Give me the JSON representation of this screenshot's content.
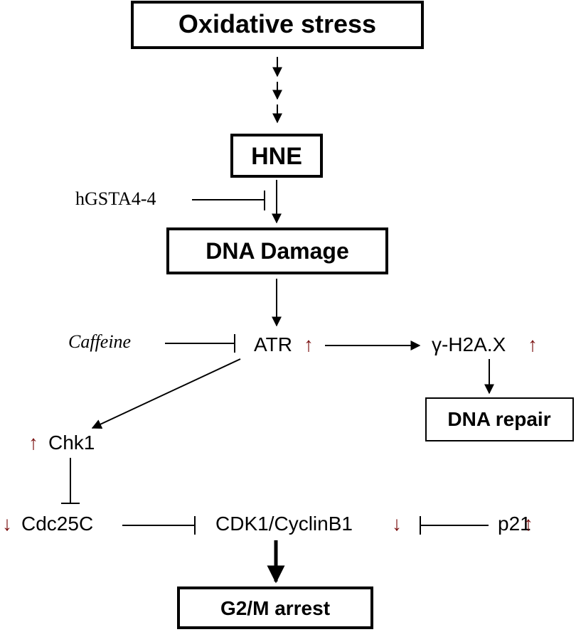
{
  "nodes": {
    "oxidative_stress": "Oxidative stress",
    "hne": "HNE",
    "hgsta4": "hGSTA4-4",
    "dna_damage": "DNA Damage",
    "caffeine": "Caffeine",
    "atr": "ATR",
    "gamma_h2ax": "γ-H2A.X",
    "dna_repair": "DNA repair",
    "chk1": "Chk1",
    "cdc25c": "Cdc25C",
    "cdk1_cyclinb1": "CDK1/CyclinB1",
    "p21": "p21",
    "g2m_arrest": "G2/M arrest"
  },
  "indicators": {
    "up_glyph": "↑",
    "down_glyph": "↓",
    "color": "#7a1010"
  },
  "colors": {
    "line": "#000000",
    "box_border": "#000000",
    "background": "#ffffff"
  }
}
